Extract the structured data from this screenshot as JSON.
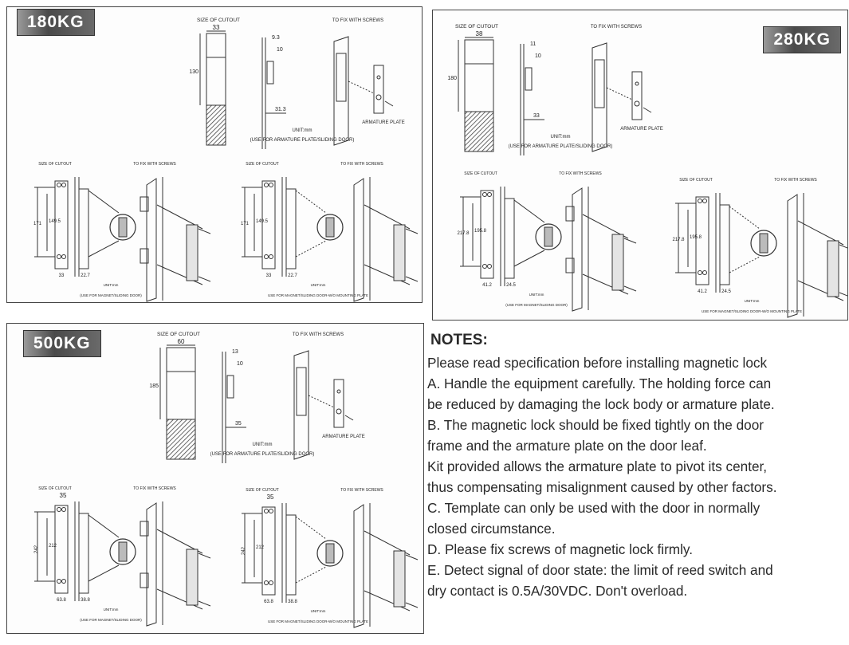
{
  "panels": [
    {
      "id": "p180",
      "badge": "180KG",
      "top": {
        "cutout_title": "SIZE OF CUTOUT",
        "width": "33",
        "height": "130",
        "side_a": "9.3",
        "side_b": "10",
        "side_c": "31.3",
        "fix_title": "TO FIX WITH SCREWS",
        "plate_label": "ARMATURE PLATE",
        "unit": "UNIT:mm",
        "usage": "(USE FOR ARMATURE PLATE/SLIDING DOOR)"
      },
      "bottom": [
        {
          "cutout_title": "SIZE OF CUTOUT",
          "fix_title": "TO FIX WITH SCREWS",
          "outer": "171",
          "inner": "149.5",
          "width": "33",
          "depth": "22.7",
          "unit": "UNIT:mm",
          "usage": "(USE FOR MAGNET/SLIDING DOOR)"
        },
        {
          "cutout_title": "SIZE OF CUTOUT",
          "fix_title": "TO FIX WITH SCREWS",
          "outer": "171",
          "inner": "149.5",
          "width": "33",
          "depth": "22.7",
          "unit": "UNIT:mm",
          "usage": "USE FOR MAGNET/SLIDING DOOR-W/O MOUNTING PLATE"
        }
      ]
    },
    {
      "id": "p280",
      "badge": "280KG",
      "top": {
        "cutout_title": "SIZE OF CUTOUT",
        "width": "38",
        "height": "180",
        "side_a": "11",
        "side_b": "10",
        "side_c": "33",
        "fix_title": "TO FIX WITH SCREWS",
        "plate_label": "ARMATURE PLATE",
        "unit": "UNIT:mm",
        "usage": "(USE FOR ARMATURE PLATE/SLIDING DOOR)"
      },
      "bottom": [
        {
          "cutout_title": "SIZE OF CUTOUT",
          "fix_title": "TO FIX WITH SCREWS",
          "outer": "217.8",
          "inner": "195.8",
          "width": "41.2",
          "depth": "24.5",
          "unit": "UNIT:mm",
          "usage": "(USE FOR MAGNET/SLIDING DOOR)"
        },
        {
          "cutout_title": "SIZE OF CUTOUT",
          "fix_title": "TO FIX WITH SCREWS",
          "outer": "217.8",
          "inner": "195.8",
          "width": "41.2",
          "depth": "24.5",
          "unit": "UNIT:mm",
          "usage": "USE FOR MAGNET/SLIDING DOOR-W/O MOUNTING PLATE"
        }
      ]
    },
    {
      "id": "p500",
      "badge": "500KG",
      "top": {
        "cutout_title": "SIZE OF CUTOUT",
        "width": "60",
        "height": "185",
        "side_a": "13",
        "side_b": "10",
        "side_c": "35",
        "fix_title": "TO FIX WITH SCREWS",
        "plate_label": "ARMATURE PLATE",
        "unit": "UNIT:mm",
        "usage": "(USE FOR ARMATURE PLATE/SLIDING DOOR)"
      },
      "bottom": [
        {
          "cutout_title": "SIZE OF CUTOUT",
          "fix_title": "TO FIX WITH SCREWS",
          "top_w": "35",
          "outer": "242",
          "inner": "212",
          "width": "63.8",
          "depth": "38.8",
          "unit": "UNIT:mm",
          "usage": "(USE FOR MAGNET/SLIDING DOOR)"
        },
        {
          "cutout_title": "SIZE OF CUTOUT",
          "fix_title": "TO FIX WITH SCREWS",
          "top_w": "35",
          "outer": "242",
          "inner": "212",
          "width": "63.8",
          "depth": "38.8",
          "unit": "UNIT:mm",
          "usage": "USE FOR MAGNET/SLIDING DOOR-W/O MOUNTING PLATE"
        }
      ]
    }
  ],
  "notes": {
    "title": "NOTES:",
    "lines": [
      "Please read specification before installing magnetic lock",
      "A. Handle the equipment carefully. The holding force can",
      "be reduced by damaging the lock body or armature plate.",
      "B. The magnetic lock should be fixed tightly on the door",
      "frame and the armature plate on the door leaf.",
      "Kit provided allows the armature plate to pivot its center,",
      "thus compensating misalignment caused by other factors.",
      "C. Template can only be used with the door in normally",
      "closed circumstance.",
      "D. Please fix screws of magnetic lock firmly.",
      "E. Detect signal of door state: the limit of reed switch and",
      "dry contact is 0.5A/30VDC. Don't overload."
    ]
  }
}
